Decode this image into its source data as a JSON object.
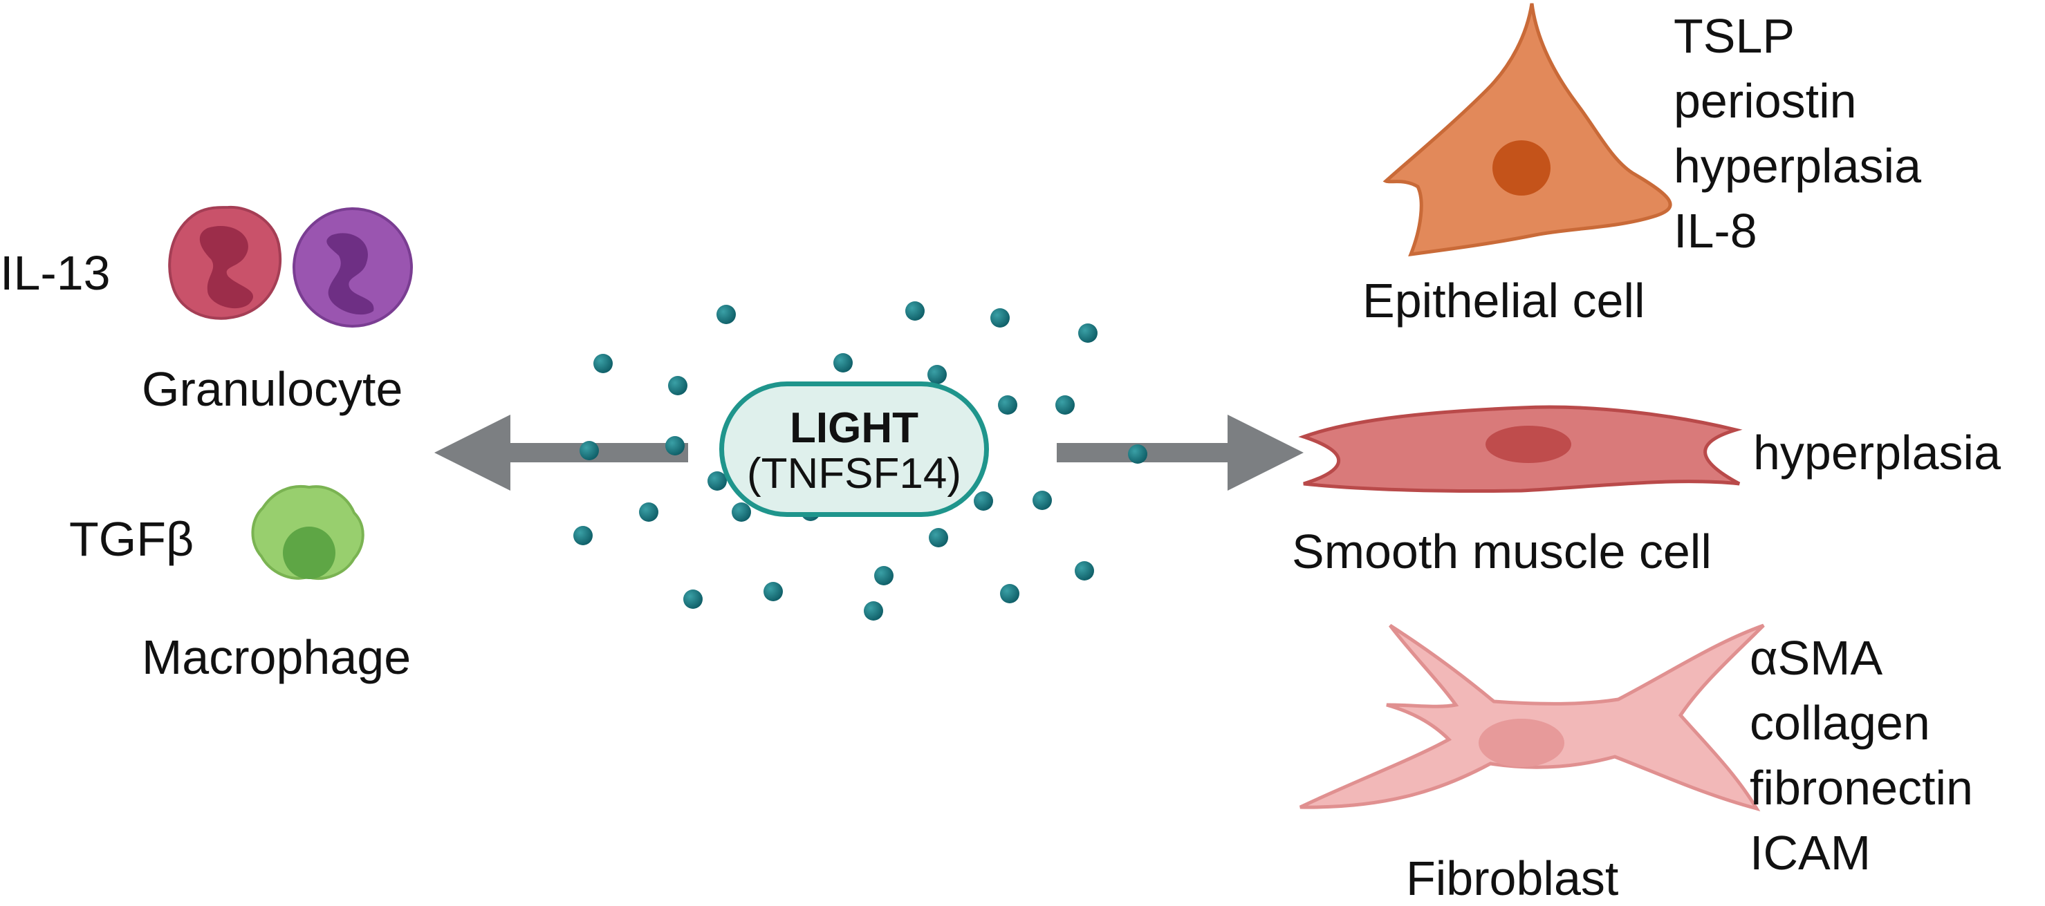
{
  "center": {
    "title": "LIGHT",
    "subtitle": "(TNFSF14)"
  },
  "left": {
    "granulocyte": {
      "label": "Granulocyte",
      "factor": "IL-13"
    },
    "macrophage": {
      "label": "Macrophage",
      "factor": "TGFβ"
    }
  },
  "right": {
    "epithelial": {
      "label": "Epithelial cell",
      "effects": [
        "TSLP",
        "periostin",
        "hyperplasia",
        "IL-8"
      ]
    },
    "smooth_muscle": {
      "label": "Smooth muscle cell",
      "effects": [
        "hyperplasia"
      ]
    },
    "fibroblast": {
      "label": "Fibroblast",
      "effects": [
        "αSMA",
        "collagen",
        "fibronectin",
        "ICAM"
      ]
    }
  },
  "colors": {
    "particle": "#16717a",
    "arrow": "#7c7f82",
    "pill_border": "#1f958c",
    "pill_fill": "#dff0ec",
    "epithelial": "#e2895a",
    "smooth_muscle": "#d97a7a",
    "fibroblast": "#f2b8b8",
    "neutrophil": "#c9526a",
    "eosinophil": "#9a55b0",
    "macrophage": "#98cf6e"
  }
}
